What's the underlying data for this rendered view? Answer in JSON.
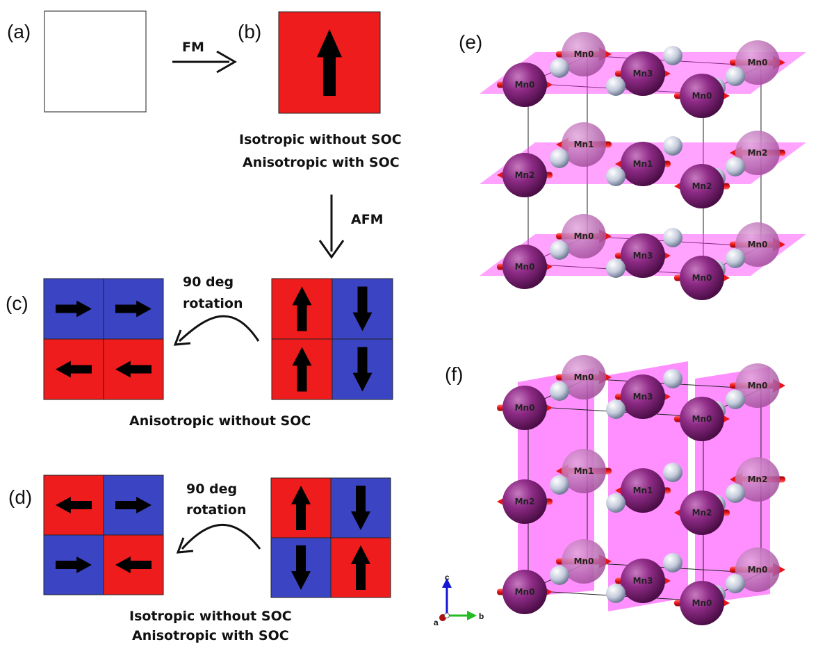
{
  "panels": {
    "a": {
      "label": "(a)"
    },
    "b": {
      "label": "(b)"
    },
    "c": {
      "label": "(c)"
    },
    "d": {
      "label": "(d)"
    },
    "e": {
      "label": "(e)"
    },
    "f": {
      "label": "(f)"
    }
  },
  "transitions": {
    "fm": "FM",
    "afm": "AFM",
    "rotation_c": {
      "line1": "90 deg",
      "line2": "rotation"
    },
    "rotation_d": {
      "line1": "90 deg",
      "line2": "rotation"
    }
  },
  "captions": {
    "b": {
      "line1": "Isotropic without SOC",
      "line2": "Anisotropic with SOC"
    },
    "c": {
      "line1": "Anisotropic without SOC"
    },
    "d": {
      "line1": "Isotropic without SOC",
      "line2": "Anisotropic with SOC"
    }
  },
  "axes": {
    "c": "c",
    "a": "a",
    "b": "b"
  },
  "atoms": {
    "mn0": "Mn0",
    "mn1": "Mn1",
    "mn2": "Mn2",
    "mn3": "Mn3"
  },
  "colors": {
    "red": "#ee1c1c",
    "blue": "#3b45c4",
    "spin_arrow": "#000000",
    "mn_atom": "#8e2b86",
    "light_atom": "#c8cfe0",
    "plane": "#ff33ff",
    "moment_arrow": "#e8141a"
  },
  "spin_grids": {
    "b": {
      "colors": [
        "red"
      ],
      "arrows": [
        "up"
      ]
    },
    "afm": {
      "colors": [
        "red",
        "blue",
        "red",
        "blue"
      ],
      "arrows": [
        "up",
        "down",
        "up",
        "down"
      ]
    },
    "c": {
      "colors": [
        "blue",
        "blue",
        "red",
        "red"
      ],
      "arrows": [
        "right",
        "right",
        "left",
        "left"
      ]
    },
    "afm_d": {
      "colors": [
        "red",
        "blue",
        "blue",
        "red"
      ],
      "arrows": [
        "up",
        "down",
        "down",
        "up"
      ]
    },
    "d": {
      "colors": [
        "red",
        "blue",
        "blue",
        "red"
      ],
      "arrows": [
        "left",
        "right",
        "right",
        "left"
      ]
    }
  }
}
